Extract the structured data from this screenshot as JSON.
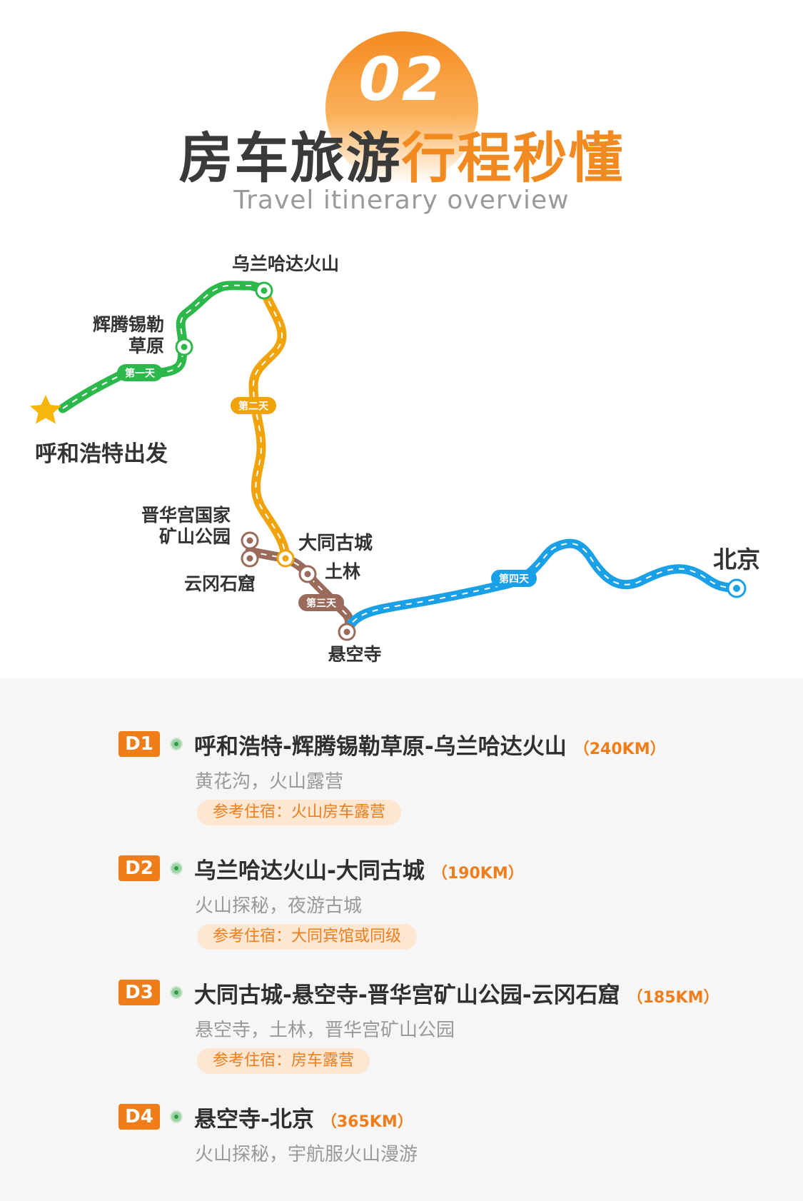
{
  "header": {
    "number": "02",
    "title_dark": "房车旅游",
    "title_accent": "行程秒懂",
    "subtitle": "Travel itinerary overview"
  },
  "map": {
    "places": {
      "start": "呼和浩特出发",
      "grassland_l1": "辉腾锡勒",
      "grassland_l2": "草原",
      "volcano": "乌兰哈达火山",
      "jinhua_l1": "晋华宫国家",
      "jinhua_l2": "矿山公园",
      "datong": "大同古城",
      "yungang": "云冈石窟",
      "tulin": "土林",
      "xuankong": "悬空寺",
      "beijing": "北京"
    },
    "day_labels": [
      "第一天",
      "第二天",
      "第三天",
      "第四天"
    ],
    "colors": {
      "day1": "#2db84b",
      "day2": "#f0a30a",
      "day3": "#9a6a5a",
      "day4": "#1aa0e6",
      "start_star": "#f6b60c"
    }
  },
  "itinerary": [
    {
      "badge": "D1",
      "route": "呼和浩特-辉腾锡勒草原-乌兰哈达火山",
      "km": "（240KM）",
      "desc": "黄花沟，火山露营",
      "stay": "参考住宿：火山房车露营"
    },
    {
      "badge": "D2",
      "route": "乌兰哈达火山-大同古城",
      "km": "（190KM）",
      "desc": "火山探秘，夜游古城",
      "stay": "参考住宿：大同宾馆或同级"
    },
    {
      "badge": "D3",
      "route": "大同古城-悬空寺-晋华宫矿山公园-云冈石窟",
      "km": "（185KM）",
      "desc": "悬空寺，土林，晋华宫矿山公园",
      "stay": "参考住宿：房车露营"
    },
    {
      "badge": "D4",
      "route": "悬空寺-北京",
      "km": "（365KM）",
      "desc": "火山探秘，宇航服火山漫游",
      "stay": ""
    }
  ]
}
